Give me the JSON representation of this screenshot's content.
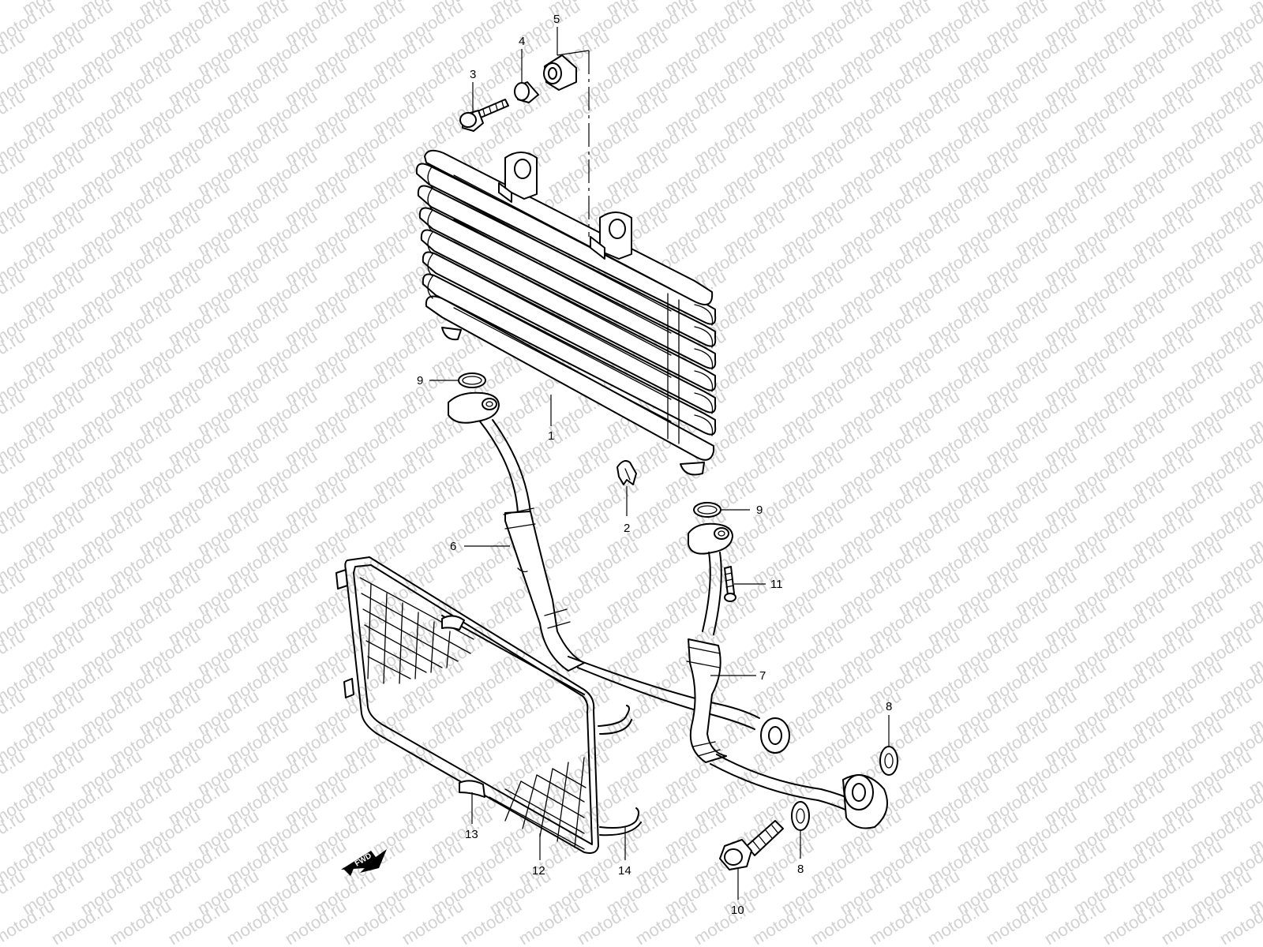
{
  "watermark": "motod.ru",
  "direction_label": "FWD",
  "callouts": [
    {
      "id": "c1",
      "label": "1"
    },
    {
      "id": "c2",
      "label": "2"
    },
    {
      "id": "c3",
      "label": "3"
    },
    {
      "id": "c4",
      "label": "4"
    },
    {
      "id": "c5",
      "label": "5"
    },
    {
      "id": "c6",
      "label": "6"
    },
    {
      "id": "c7",
      "label": "7"
    },
    {
      "id": "c8a",
      "label": "8"
    },
    {
      "id": "c8b",
      "label": "8"
    },
    {
      "id": "c9a",
      "label": "9"
    },
    {
      "id": "c9b",
      "label": "9"
    },
    {
      "id": "c10",
      "label": "10"
    },
    {
      "id": "c11",
      "label": "11"
    },
    {
      "id": "c12",
      "label": "12"
    },
    {
      "id": "c13",
      "label": "13"
    },
    {
      "id": "c14",
      "label": "14"
    }
  ]
}
